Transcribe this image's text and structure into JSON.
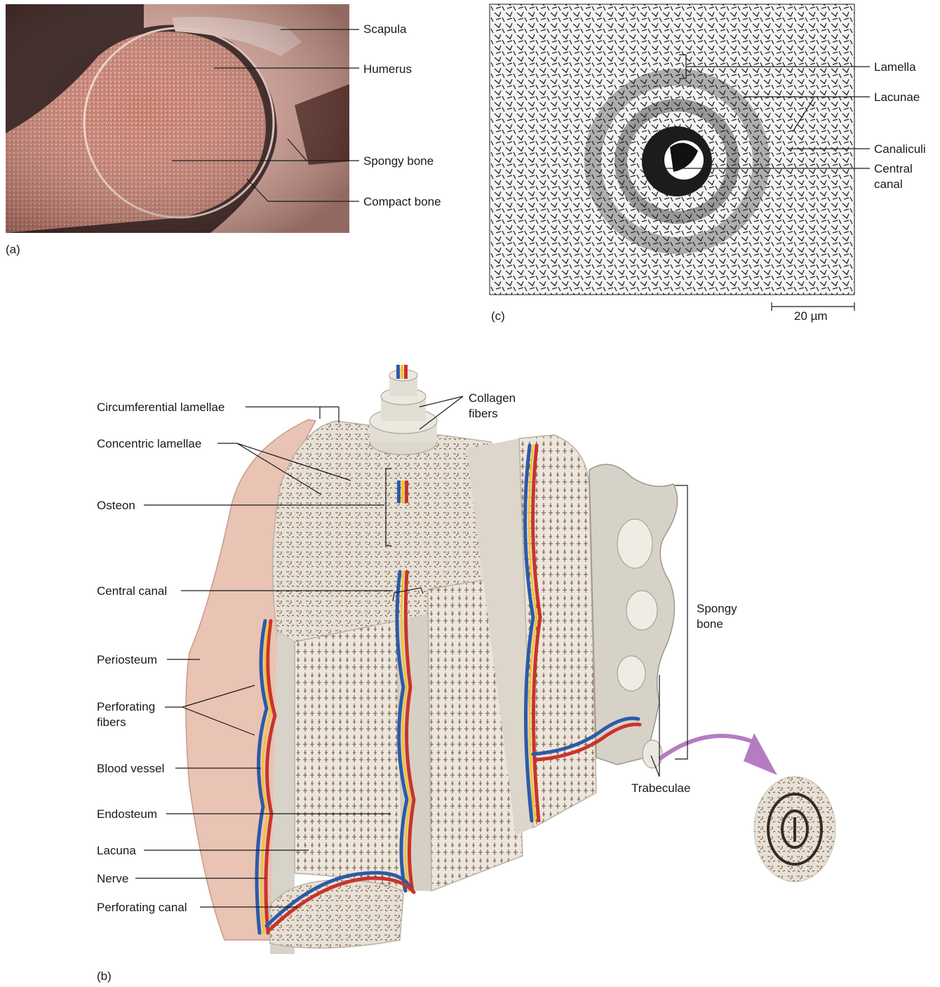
{
  "panel_a": {
    "letter": "(a)",
    "labels": {
      "scapula": "Scapula",
      "humerus": "Humerus",
      "spongy": "Spongy bone",
      "compact": "Compact bone"
    }
  },
  "panel_c": {
    "letter": "(c)",
    "labels": {
      "lamella": "Lamella",
      "lacunae": "Lacunae",
      "canaliculi": "Canaliculi",
      "central_1": "Central",
      "central_2": "canal"
    },
    "scale_bar": "20 µm"
  },
  "panel_b": {
    "letter": "(b)",
    "labels": {
      "circumferential": "Circumferential lamellae",
      "concentric": "Concentric lamellae",
      "osteon": "Osteon",
      "central_canal": "Central canal",
      "periosteum": "Periosteum",
      "perforating_fibers_1": "Perforating",
      "perforating_fibers_2": "fibers",
      "blood_vessel": "Blood vessel",
      "endosteum": "Endosteum",
      "lacuna": "Lacuna",
      "nerve": "Nerve",
      "perforating_canal": "Perforating canal",
      "collagen_1": "Collagen",
      "collagen_2": "fibers",
      "spongy_1": "Spongy",
      "spongy_2": "bone",
      "trabeculae": "Trabeculae"
    }
  },
  "colors": {
    "photo_bg": "#2a1614",
    "bone_pink": "#d89a8e",
    "bone_tissue": "#e8e4da",
    "texture": "#7a4b3a",
    "artery": "#c8342c",
    "vein": "#2c5aa8",
    "nerve": "#f2c230",
    "periosteum": "#e9c3b4",
    "arrow": "#b57cc2"
  }
}
